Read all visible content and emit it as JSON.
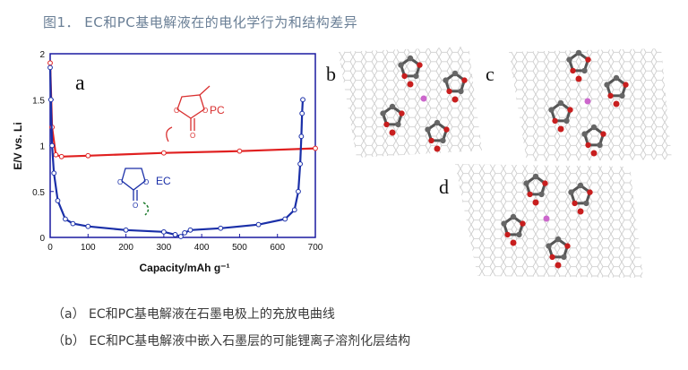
{
  "figure": {
    "title": "图1． EC和PC基电解液在的电化学行为和结构差异",
    "captions": {
      "a": "（a） EC和PC基电解液在石墨电极上的充放电曲线",
      "b": "（b） EC和PC基电解液中嵌入石墨层的可能锂离子溶剂化层结构"
    },
    "panel_labels": {
      "a": "a",
      "b": "b",
      "c": "c",
      "d": "d"
    },
    "molecule_labels": {
      "pc": "PC",
      "ec": "EC"
    }
  },
  "chart_data": {
    "type": "line",
    "xlabel": "Capacity/mAh g⁻¹",
    "ylabel": "E/V vs. Li",
    "xlim": [
      0,
      700
    ],
    "ylim": [
      0,
      2
    ],
    "xticks": [
      0,
      100,
      200,
      300,
      400,
      500,
      600,
      700
    ],
    "yticks": [
      0,
      0.5,
      1,
      1.5,
      2
    ],
    "grid": false,
    "series": [
      {
        "name": "PC",
        "color": "#e02020",
        "x": [
          0,
          5,
          15,
          30,
          100,
          300,
          500,
          700
        ],
        "y": [
          1.9,
          1.2,
          0.9,
          0.88,
          0.89,
          0.92,
          0.94,
          0.97
        ]
      },
      {
        "name": "EC",
        "color": "#1a2fa8",
        "x": [
          0,
          2,
          5,
          10,
          20,
          40,
          60,
          100,
          200,
          300,
          330,
          345,
          355,
          370,
          450,
          550,
          620,
          645,
          655,
          660,
          663,
          665,
          667
        ],
        "y": [
          1.85,
          1.5,
          1.0,
          0.7,
          0.4,
          0.2,
          0.15,
          0.12,
          0.08,
          0.06,
          0.03,
          0.01,
          0.05,
          0.08,
          0.1,
          0.14,
          0.2,
          0.3,
          0.5,
          0.8,
          1.1,
          1.35,
          1.5
        ]
      }
    ]
  }
}
